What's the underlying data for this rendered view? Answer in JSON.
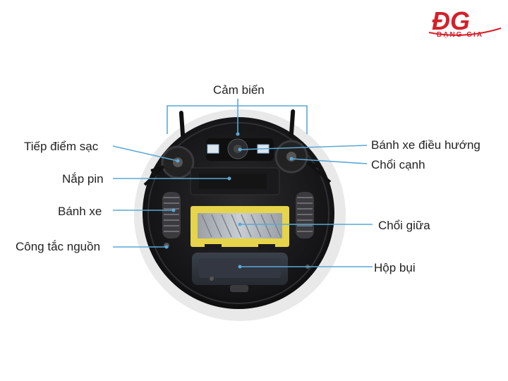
{
  "brand": {
    "logo_text": "ĐG",
    "logo_subtitle": "ĐẠNG GIA",
    "color": "#d4202a"
  },
  "colors": {
    "leader_line": "#5aa9d6",
    "robot_body": "#1c1c1e",
    "brush_frame": "#e6d44a",
    "dust_box": "#2b2f36"
  },
  "labels": {
    "sensor": "Cảm biến",
    "charging_contact": "Tiếp điểm sạc",
    "steering_wheel": "Bánh xe điều hướng",
    "side_brush": "Chổi cạnh",
    "battery_cover": "Nắp pin",
    "wheel": "Bánh xe",
    "main_brush": "Chổi giữa",
    "power_switch": "Công tắc nguồn",
    "dust_box": "Hộp bụi"
  }
}
